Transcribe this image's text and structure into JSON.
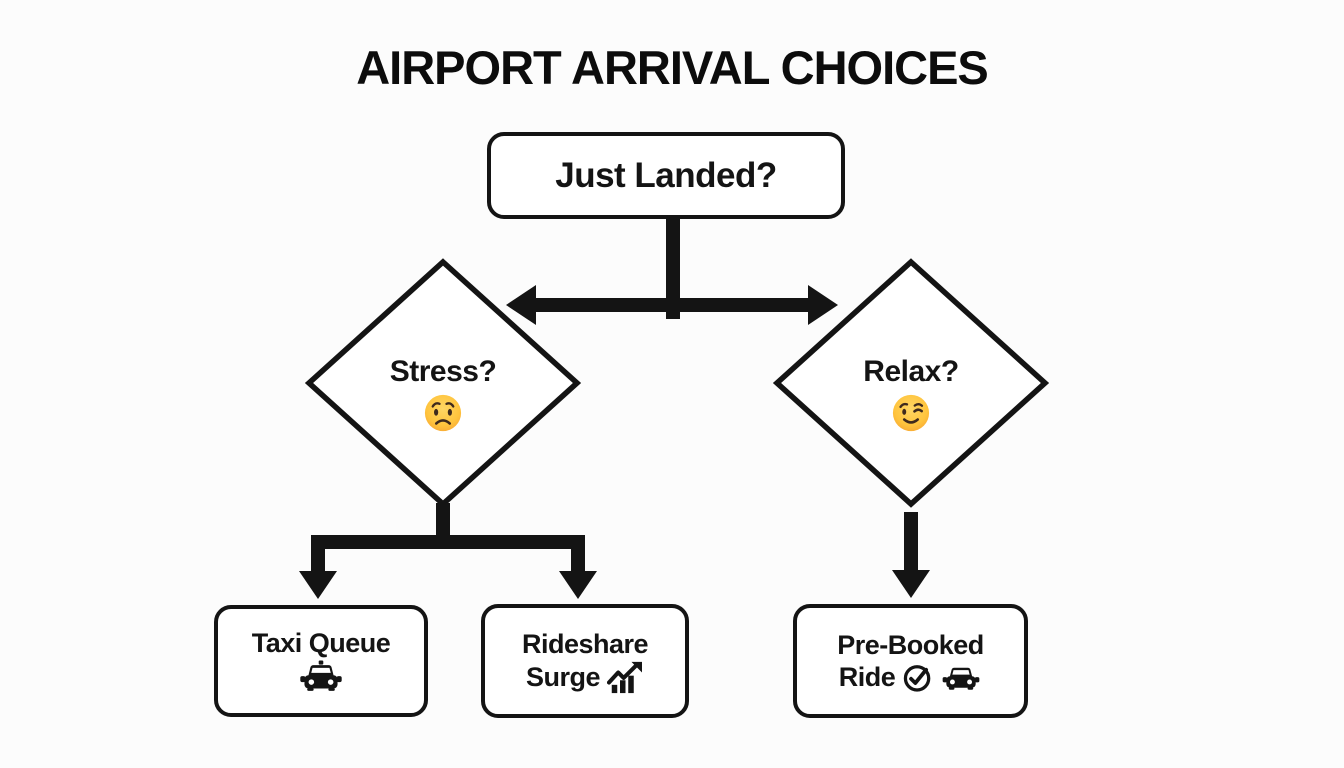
{
  "meta": {
    "background": "#fcfcfc",
    "ink": "#141414",
    "emoji_yellow": "#ffc93e"
  },
  "header": {
    "title": "AIRPORT ARRIVAL CHOICES"
  },
  "flow": {
    "start": {
      "label": "Just Landed?"
    },
    "decisions": [
      {
        "label": "Stress?",
        "emoji": "worried-face-emoji"
      },
      {
        "label": "Relax?",
        "emoji": "winking-face-emoji"
      }
    ],
    "outcomes": [
      {
        "label": "Taxi Queue",
        "icon": "taxi-front-icon"
      },
      {
        "label_line1": "Rideshare",
        "label_line2": "Surge",
        "icon": "chart-increasing-icon"
      },
      {
        "label_line1": "Pre-Booked",
        "label_line2": "Ride",
        "icons": [
          "check-circle-icon",
          "car-front-icon"
        ]
      }
    ]
  }
}
